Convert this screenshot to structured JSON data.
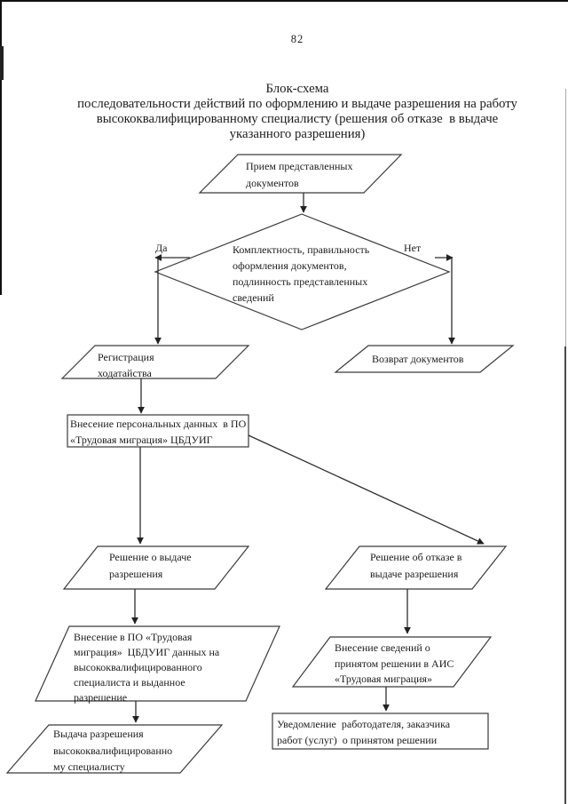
{
  "page": {
    "number": "82",
    "title_lines": [
      "Блок-схема",
      "последовательности действий по оформлению и выдаче разрешения на работу",
      "высококвалифицированному специалисту (решения об отказе  в выдаче",
      "указанного разрешения)"
    ]
  },
  "flowchart": {
    "branch_labels": {
      "yes": "Да",
      "no": "Нет"
    },
    "nodes": {
      "start": {
        "shape": "parallelogram",
        "lines": [
          "Прием представленных",
          "документов"
        ]
      },
      "completeness_check": {
        "shape": "diamond",
        "lines": [
          "Комплектность, правильность",
          "оформления документов,",
          "подлинность представленных",
          "сведений"
        ]
      },
      "register_petition": {
        "shape": "parallelogram",
        "lines": [
          "Регистрация",
          "ходатайства"
        ]
      },
      "return_documents": {
        "shape": "parallelogram",
        "lines": [
          "Возврат документов"
        ]
      },
      "enter_personal_data": {
        "shape": "rectangle",
        "lines": [
          "Внесение персональных данных  в ПО",
          "«Трудовая миграция» ЦБДУИГ"
        ]
      },
      "decision_issue": {
        "shape": "parallelogram",
        "lines": [
          "Решение о выдаче",
          "разрешения"
        ]
      },
      "decision_refuse": {
        "shape": "parallelogram",
        "lines": [
          "Решение об отказе в",
          "выдаче разрешения"
        ]
      },
      "enter_specialist_data": {
        "shape": "parallelogram",
        "lines": [
          "Внесение в ПО «Трудовая",
          "миграция»  ЦБДУИГ данных на",
          "высококвалифицированного",
          "специалиста и выданное",
          "разрешение"
        ]
      },
      "issue_permit": {
        "shape": "parallelogram",
        "lines": [
          "Выдача разрешения",
          "высококвалифицированно",
          "му специалисту"
        ]
      },
      "enter_decision_info": {
        "shape": "parallelogram",
        "lines": [
          "Внесение сведений о",
          "принятом решении в АИС",
          "«Трудовая миграция»"
        ]
      },
      "notify_employer": {
        "shape": "rectangle",
        "lines": [
          "Уведомление  работодателя, заказчика",
          "работ (услуг)  о принятом решении"
        ]
      }
    }
  },
  "colors": {
    "ink": "#2e2e2e",
    "page_background": "#ffffff"
  }
}
